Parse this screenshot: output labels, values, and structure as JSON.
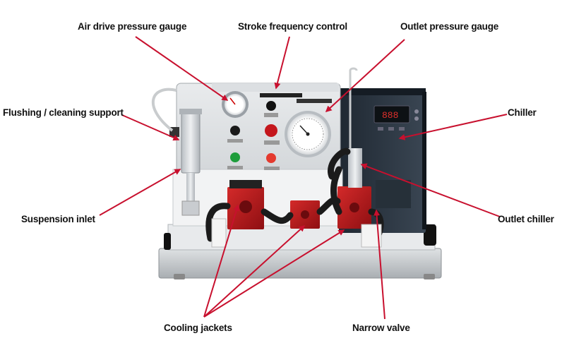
{
  "labels": {
    "air_drive_pressure_gauge": "Air drive pressure gauge",
    "stroke_frequency_control": "Stroke frequency control",
    "outlet_pressure_gauge": "Outlet pressure gauge",
    "flushing_cleaning_support": "Flushing / cleaning support",
    "chiller": "Chiller",
    "suspension_inlet": "Suspension inlet",
    "outlet_chiller": "Outlet chiller",
    "cooling_jackets": "Cooling jackets",
    "narrow_valve": "Narrow valve"
  },
  "device_text": {
    "chiller_display": "888"
  },
  "colors": {
    "arrow": "#c8102e",
    "red_block": "#b5161c",
    "steel": "#d7dadd",
    "chiller_body": "#2a3440",
    "hose": "#1b1b1b"
  }
}
